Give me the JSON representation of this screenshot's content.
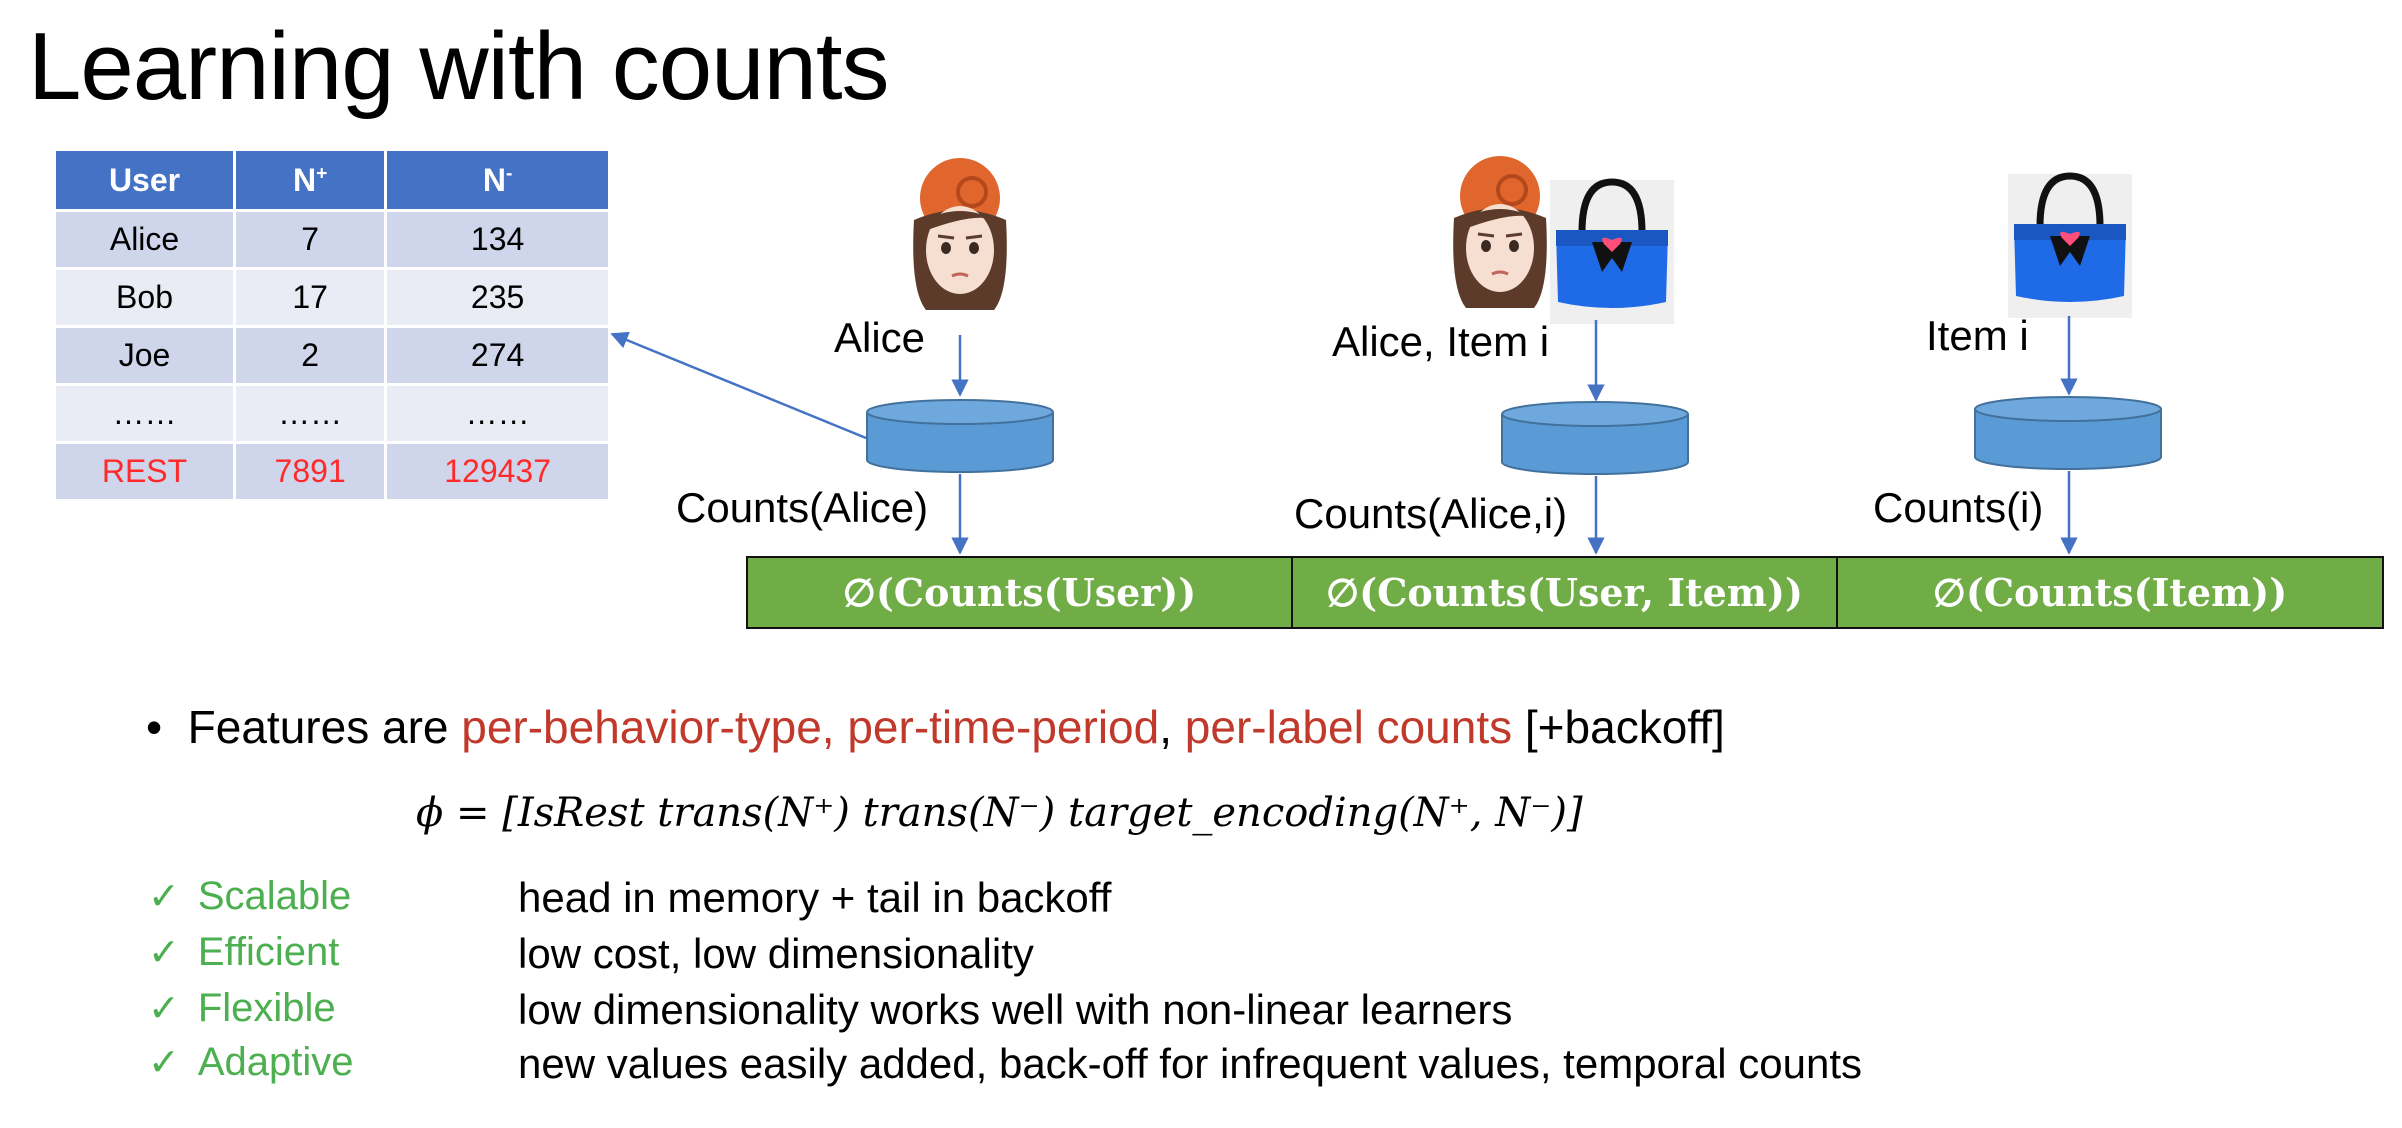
{
  "title": "Learning with counts",
  "table": {
    "headers": [
      "User",
      "N+",
      "N-"
    ],
    "rows": [
      [
        "Alice",
        "7",
        "134"
      ],
      [
        "Bob",
        "17",
        "235"
      ],
      [
        "Joe",
        "2",
        "274"
      ],
      [
        "……",
        "……",
        "……"
      ],
      [
        "REST",
        "7891",
        "129437"
      ]
    ]
  },
  "diagram": {
    "labels": {
      "alice": "Alice",
      "alice_item": "Alice, Item i",
      "item": "Item i",
      "counts_alice": "Counts(Alice)",
      "counts_alice_item": "Counts(Alice,i)",
      "counts_item": "Counts(i)"
    },
    "features": [
      "∅(Counts(User))",
      "∅(Counts(User, Item))",
      "∅(Counts(Item))"
    ],
    "colors": {
      "cylinder": "#5b9bd5",
      "feature_bar": "#70ad47",
      "arrow": "#4472c4",
      "bag": "#1f6ae6"
    },
    "icons": [
      "alice-emoji-icon",
      "handbag-icon"
    ]
  },
  "bullet": {
    "prefix": "Features are ",
    "red1": "per-behavior-type, per-time-period",
    "sep": ", ",
    "red2": "per-label counts",
    "suffix": " [+backoff]"
  },
  "formula": "ϕ = [IsRest   trans(N⁺)   trans(N⁻)   target_encoding(N⁺, N⁻)]",
  "properties": [
    {
      "name": "Scalable",
      "desc": "head in memory + tail in backoff"
    },
    {
      "name": "Efficient",
      "desc": "low cost, low dimensionality"
    },
    {
      "name": "Flexible",
      "desc": "low dimensionality works well with non-linear learners"
    },
    {
      "name": "Adaptive",
      "desc": "new values easily added, back-off for infrequent values, temporal counts"
    }
  ]
}
